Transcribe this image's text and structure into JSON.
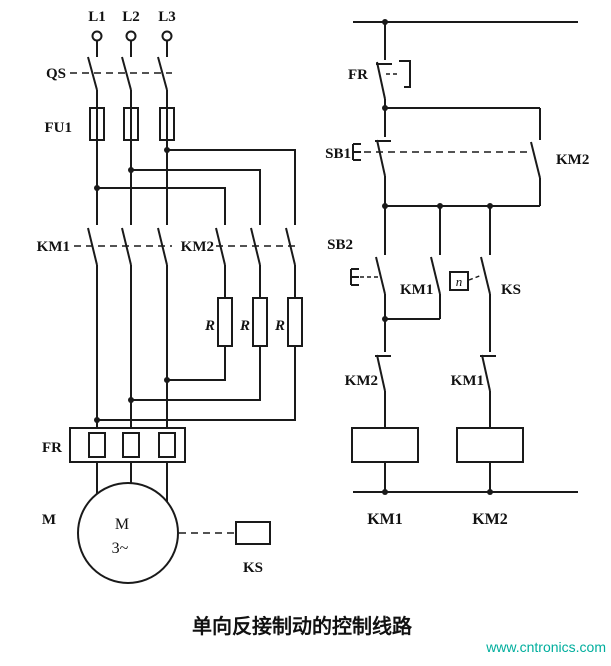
{
  "title": "单向反接制动的控制线路",
  "watermark": "www.cntronics.com",
  "colors": {
    "line": "#1a1a1a",
    "watermark": "#00AE9D",
    "background": "#ffffff"
  },
  "main_circuit": {
    "phases": [
      "L1",
      "L2",
      "L3"
    ],
    "switch_label": "QS",
    "fuse_label": "FU1",
    "km1_label": "KM1",
    "km2_label": "KM2",
    "resistor_labels": [
      "R",
      "R",
      "R"
    ],
    "thermal_label": "FR",
    "motor_outside_label": "M",
    "motor_letter": "M",
    "motor_phase": "3~",
    "speed_switch_label": "KS"
  },
  "control_circuit": {
    "thermal_contact_label": "FR",
    "stop_button_label": "SB1",
    "selfhold_km2_label": "KM2",
    "start_button_label": "SB2",
    "seal_km1_label": "KM1",
    "speed_symbol": "n",
    "speed_contact_label": "KS",
    "interlock_km2_label": "KM2",
    "interlock_km1_label": "KM1",
    "coil_km1_label": "KM1",
    "coil_km2_label": "KM2"
  }
}
